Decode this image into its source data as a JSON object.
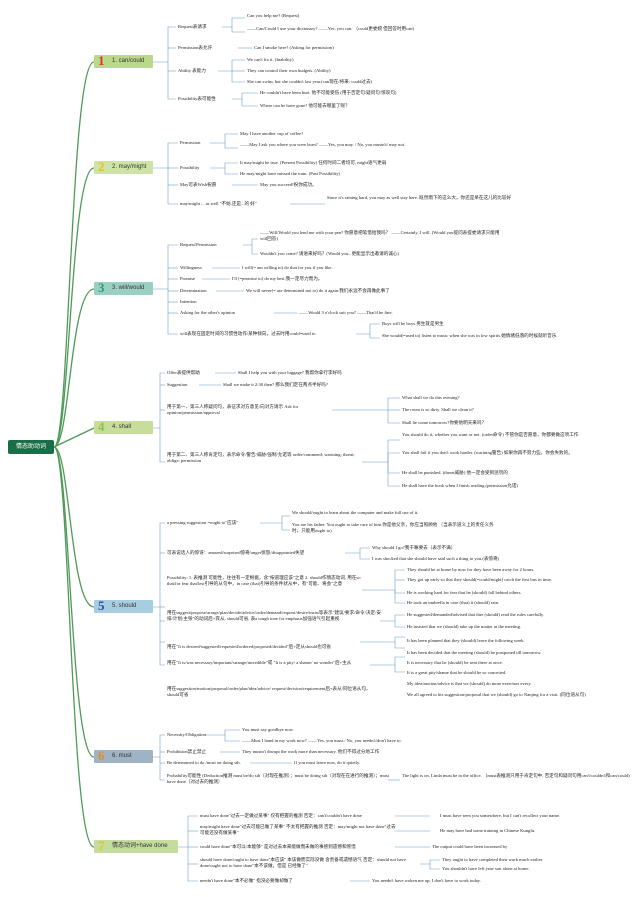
{
  "root": "情态助动词",
  "colors": {
    "m1": "#b9d889",
    "m2": "#cfe3a7",
    "m3": "#9ccfc3",
    "m4": "#c8dd9c",
    "m5": "#a7cde0",
    "m6": "#9fb3c4",
    "m7": "#c4dc9d",
    "line": "#4f9a58",
    "blue": "#3b6ab3"
  },
  "modules": [
    {
      "num": "1",
      "label": "1. can/could"
    },
    {
      "num": "2",
      "label": "2. may/might"
    },
    {
      "num": "3",
      "label": "3. will/would"
    },
    {
      "num": "4",
      "label": "4. shall"
    },
    {
      "num": "5",
      "label": "5. should"
    },
    {
      "num": "6",
      "label": "6. must"
    },
    {
      "num": "7",
      "label": "情态动词+have done"
    }
  ],
  "can": {
    "request_label": "Request表请求",
    "request_1": "Can you help me? (Request)",
    "request_2": "——Can/Could I use your dictionary? ——Yes, you can. （could更委婉 但回答时用can)",
    "perm_label": "Permission表允许",
    "perm_1": "Can I smoke here? (Asking for permission)",
    "abil_label": "Ability 表能力",
    "abil_1": "We can't fix it. (Inability)",
    "abil_2": "They can control their own budgets. (Ability)",
    "abil_3": "She can swim, but she couldn't last year.(can现在/将来; could过去)",
    "poss_label": "Possibility表可能性",
    "poss_1": "He couldn't have been hurt. 他不可能受伤 (用于否定句/疑问句/惊叹句)",
    "poss_2": "Where can he have gone? 他可能去哪里了呢？"
  },
  "may": {
    "perm_label": "Permission",
    "perm_1": "May I have another cup of coffee?",
    "perm_2": "——May I ask you where you were born? ——Yes, you may. / No, you mustn't/ may not.",
    "poss_label": "Possibility",
    "poss_1": "It may/might be true. (Present Possibility) 任何时间二者均可, might语气更弱",
    "poss_2": "He may/might have missed the train. (Past Possibility)",
    "wish_label": "May可表Wish祝愿",
    "wish_1": "May you succeed!祝你成功。",
    "mm_label": "may/might ... as well \"不妨,还是...的 好\"",
    "mm_1": "Since it's raining hard, you may as well stay here. 既然雨下的这么大，你还是呆在这儿的比较好"
  },
  "will": {
    "req_label": "Request/Permission",
    "req_1": "——Will/Would you lend me with your pen? 你愿意把笔借给我吗？ ——Certainly, I will. (Would you提问表提委请求只能用will回答)",
    "req_2": "Wouldn't you come? 请进来好吗？(Would you...更能显示出邀请的诚心)",
    "willing_label": "Willingness",
    "willing_1": "I will(= am willing to) do that for you if you like.",
    "promise_label": "Promise",
    "promise_1": "I'll (=promise to) do my best.我一定尽力而为。",
    "deter_label": "Determination",
    "deter_1": "We will never(= are determined not to) do it again.我们永远不会再做此事了",
    "intent_label": "Intention",
    "asking_label": "Asking for the other's opinion",
    "asking_1": "——Would 3 o'clock suit you? ——That'd be fine.",
    "habit_label": "will表现在固定时间的习惯性动作/某种倾向，过去时用could=used to",
    "habit_1": "Boys will be boys.男生就是男生",
    "habit_2": "She would(=used to) listen to music when she was in low spirits.她情绪低落的时候就听音乐."
  },
  "shall": {
    "offer_label": "Offer表提供帮助",
    "offer_1": "Shall I help you with your luggage? 我帮你拿行李好吗",
    "sugg_label": "Suggestion",
    "sugg_1": "Shall we make it 2:30 then? 那么我们定在两点半好吗?",
    "first_label": "用于第一、第三人称疑问句，表征求对方意见/向对方请示 Ask for opinion/permission/approval",
    "first_1": "What shall we do this evening?",
    "first_2": "The room is so dirty. Shall we clean it?",
    "first_3": "Shall he come tomorrow?你要他明天来吗？",
    "second_label": "用于第二、第三人称肯定句，表示命令/警告/威胁/强制/允诺等 order/commend; warining; threat; oblige; permission",
    "second_1": "You should do it, whether you want or not. (order命令) 不管你是否愿意，你都要做这项工作",
    "second_2": "You shall fail if you don't work harder. (warining警告) 如果你再不努力些，你会失败的。",
    "second_3": "He shall be punished. (threat威胁) 他一定会受到惩罚的",
    "second_4": "He shall have the book when I finish reading.(permission允诺)"
  },
  "should": {
    "press_label": "a pressing suggestion =ought to\"应该\"",
    "press_1": "We should/ought to learn about the computer and make full use of it.",
    "press_2": "You are his father. You ought to take care of him.你是他父亲，你应当照顾他 （当表示道义上的责任义务时，只能用ought to)",
    "emo_label": "可表说话人的惊讶：amazed/surprised惊奇/anger愤怒/disappointed失望",
    "emo_1": "Why should I go?我干嘛要去（表示不满）",
    "emo_2": "I was shocked that she should have said such a thing to you.(表惊奇)",
    "poss_label": "Possibility: 1. 表推测 可能性，往往有一定根据，含\"按道理应该\"之意 2. should作情态动词, 用在so that/for fear that/lest引导的从句中，in case (that)引导的条件状从中，有\"可能、将会\"之意",
    "poss_1": "They should be at home by now for they have been away for 2 hours.",
    "poss_2": "They got up early so that they should(=could/might) catch the first bus in time.",
    "poss_3": "He is working hard for fear that he (should) fall behind others.",
    "poss_4": "He took an umbrella in case (that) it (should) rain.",
    "sub_label": "用在suggest/propose/arrage/plan/decide/advice/order/demand/request/desire/insist等表示\"建议/要求/命令/决定/安排/计划/主张\"的动词后+宾从, should可省, 表a tough tone for emphasis加强语气引起重视",
    "sub_1": "He suggested/demanded/advised that thre (should) read the rules carefully.",
    "sub_2": "He insisted that we (should) take up the matter at the meeting.",
    "desired_label": "用在\"It is desired/suggested/requested/ordered/proposed/decided\"后+定从should也可省",
    "desired_1": "It has been planned that they (should) leave the following week.",
    "desired_2": "It has been decided that the meeting (should) be postponed till tomorrow.",
    "necess_label": "用在\"It is/was necessary/important/strange/incredible\"或 \"It is a pity/ a shame/ no wonder\"后+主从",
    "necess_1": "It is necessary that he (should) be sent there at once.",
    "necess_2": "It is a great pity/shame that he should be so conceited.",
    "idea_label": "用在suggestion/motion/proposal/order/plan/idea/advice/ request/decision/requirement后+表从/同位语从句，should可省",
    "idea_1": "My idea/motion/advice is that we (should) do more exercises every.",
    "idea_2": "We all agreed to his suggestion/proposal that we (should) go to Nanjing for a visit. (同位语从句)"
  },
  "must": {
    "nec_label": "Necessity/Obligation",
    "nec_1": "You must say goodbye now.",
    "nec_2": "——Must I hand in my work now? ——Yes, you must./ No, you needn't/don't have to.",
    "prohib_label": "Prohibition禁止禁止",
    "prohib_1": "They mustn't disrupt the work more than necessary. 他们不得过分地工作",
    "deter_label": "Be determined to do /must on doing sth.",
    "deter_1": "If you must leave now, do it quietly.",
    "prob_label": "Probability可能性 (Deduction推测 must be/do sth（对现在推测）；must be doing sth（对现在在进行的推测）；must have done（对过去的推测）",
    "prob_1": "The light is on. Linda must be in the office. （must表推测只用于肯定句中, 否定句和疑问句用can't/couldn't和can/could)"
  },
  "havedone": {
    "mh_label": "must have done\"过去一定做过某事\" 仅有把握的推测 否定：can't/couldn't have done",
    "mh_1": "I must have seen you somewhere, but I can't recollect your name.",
    "may_label": "may/might have done\"过去可能已做了某事\" 不太有把握的推测 否定：may/might not have done\"过去可能还没有做某事\"",
    "may_1": "He may have had some training in Chinese Kungfu.",
    "could_label": "could have done\"本可以/本能够\" 是对过去本来能做而未做的事感到遗憾和惋惜",
    "could_1": "The output could have been increased by",
    "should_label": "should have done/ought to have done\"本应该\" 本该做而实际没做 含责备或遗憾语气 否定：should not have done/ought not to have done\"本不该做，但是 已经做了\"",
    "should_1": "They ought to have completed their work much earlier.",
    "should_2": "You shouldn't have left your son alone at home.",
    "needn_label": "needn't have done\"本不必做\" 指没必要做却做了",
    "needn_1": "You needn't have woken me up; I don't have to work today."
  }
}
